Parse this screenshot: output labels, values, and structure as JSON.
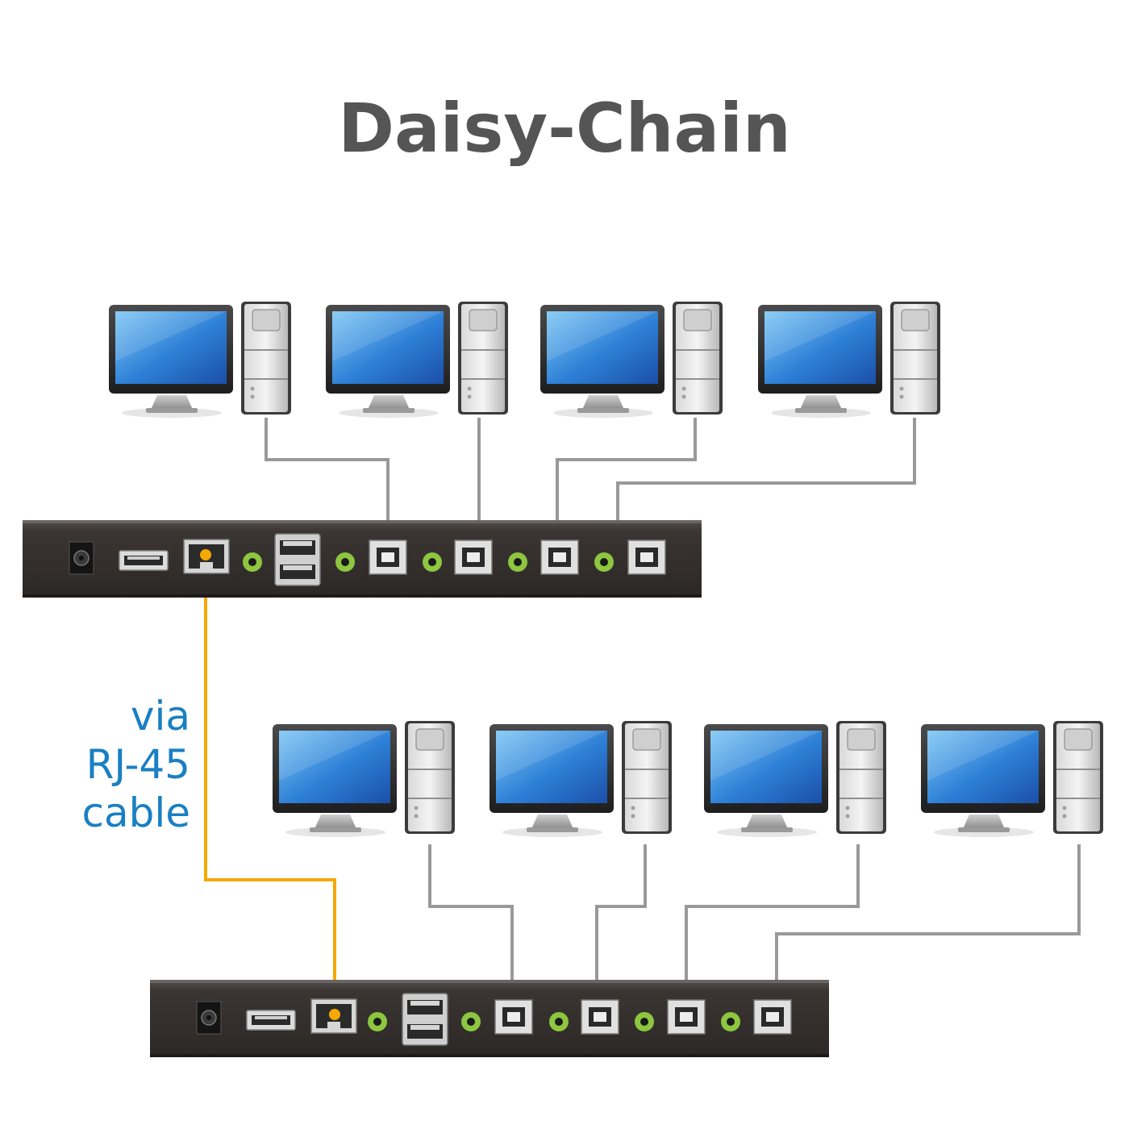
{
  "title": "Daisy-Chain",
  "caption": {
    "lines": [
      "via",
      "RJ-45",
      "cable"
    ]
  },
  "colors": {
    "title": "#555555",
    "caption": "#1a7fc3",
    "daisy_chain_cable": "#f5a800",
    "usb_cable": "#999999",
    "audio_port_ring": "#8dc63f",
    "kvm_body": "#3a3533",
    "monitor_screen": "#2d7fd6"
  },
  "icons": [
    "monitor-icon",
    "pc-tower-icon",
    "kvm-switch-icon",
    "power-jack-icon",
    "usb-a-port-icon",
    "rj45-port-icon",
    "audio-jack-icon",
    "usb-b-port-icon"
  ],
  "groups": [
    {
      "name": "upper",
      "computers": 4,
      "kvm_ports": 4
    },
    {
      "name": "lower",
      "computers": 4,
      "kvm_ports": 4
    }
  ]
}
